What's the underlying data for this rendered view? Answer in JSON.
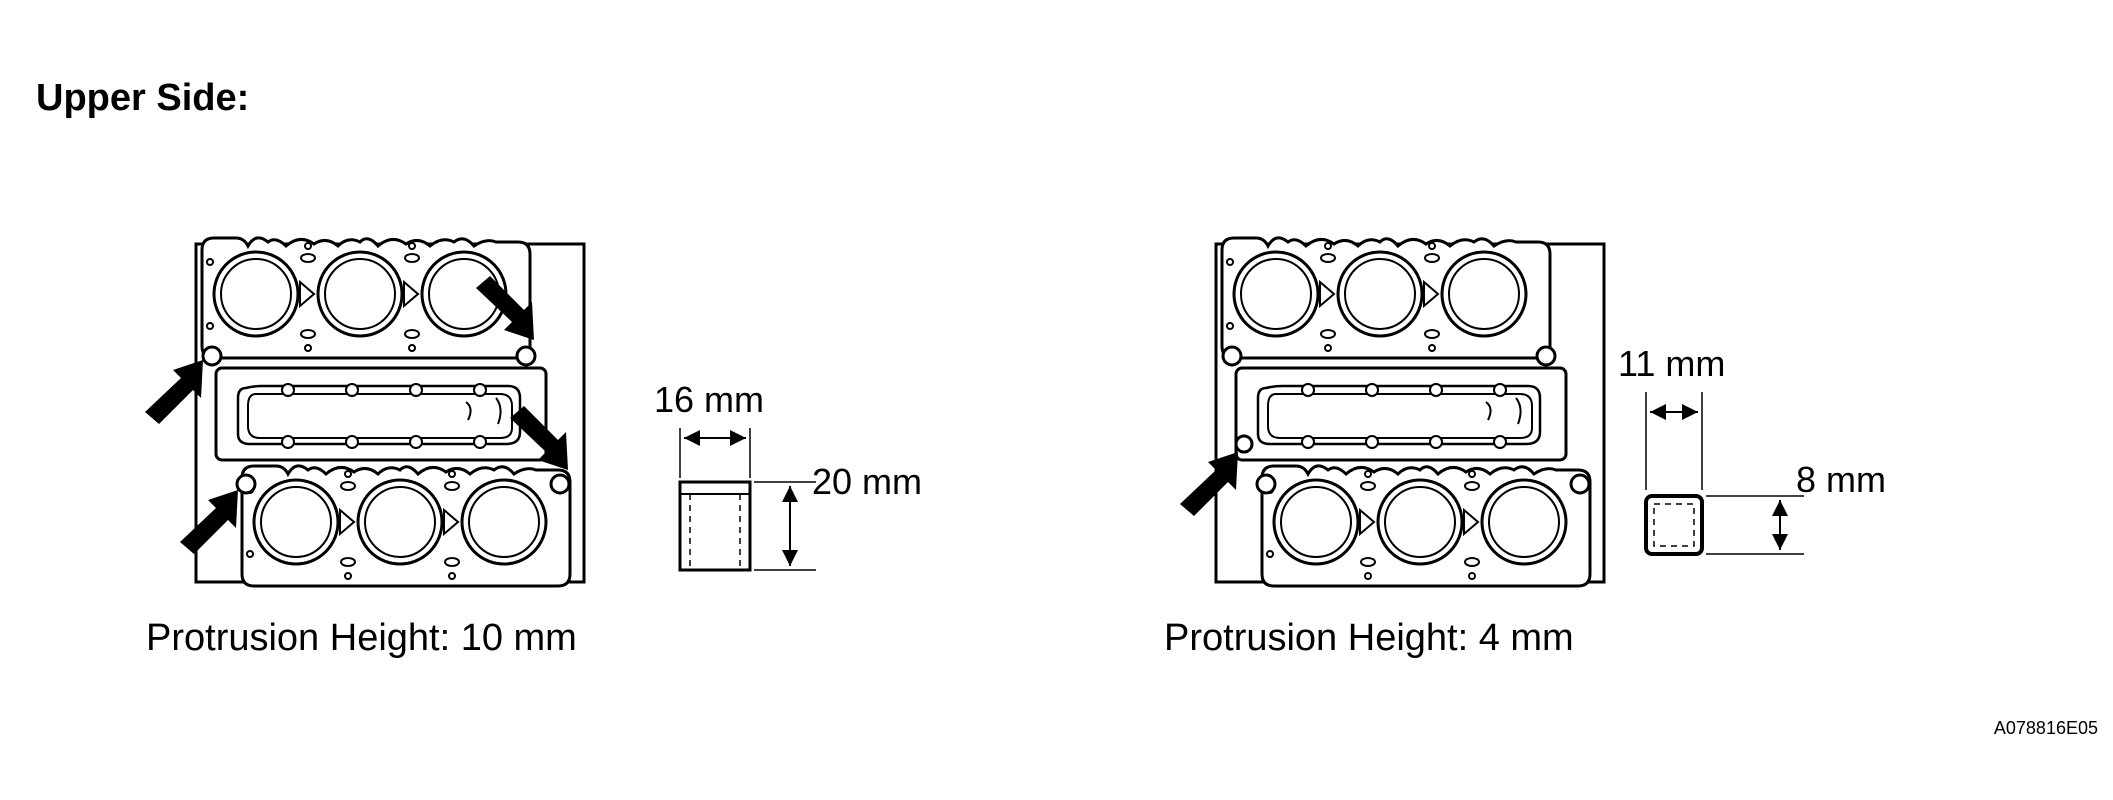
{
  "title": "Upper Side:",
  "left": {
    "caption": "Protrusion Height: 10 mm",
    "width_label": "16 mm",
    "height_label": "20 mm"
  },
  "right": {
    "caption": "Protrusion Height: 4 mm",
    "width_label": "11 mm",
    "height_label": "8 mm"
  },
  "figure_code": "A078816E05"
}
